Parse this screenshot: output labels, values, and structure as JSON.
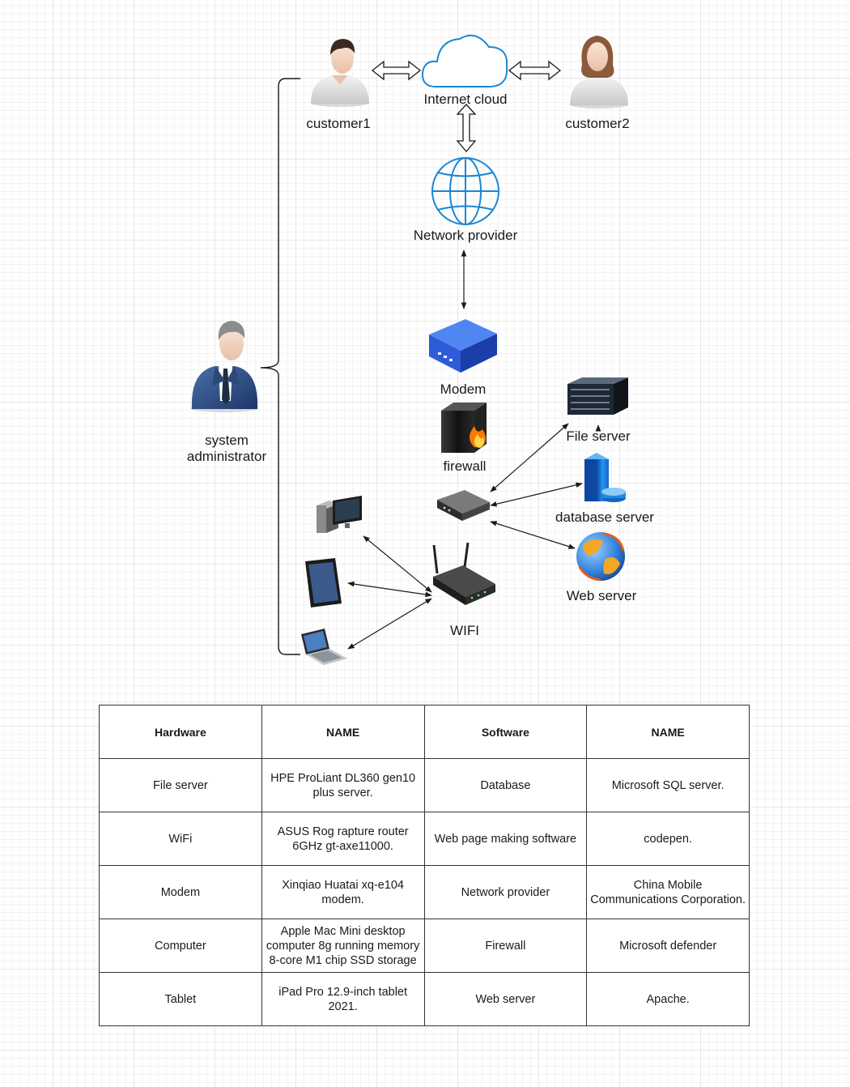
{
  "diagram": {
    "labels": {
      "customer1": "customer1",
      "customer2": "customer2",
      "internet_cloud": "Internet cloud",
      "network_provider": "Network provider",
      "modem": "Modem",
      "firewall": "firewall",
      "file_server": "File server",
      "database_server": "database server",
      "web_server": "Web server",
      "wifi": "WIFI",
      "system_administrator": "system administrator"
    }
  },
  "table": {
    "headers": [
      "Hardware",
      "NAME",
      "Software",
      "NAME"
    ],
    "rows": [
      [
        "File server",
        "HPE ProLiant DL360 gen10 plus server.",
        "Database",
        "Microsoft SQL server."
      ],
      [
        "WiFi",
        "ASUS Rog rapture router 6GHz gt-axe11000.",
        "Web page making software",
        "codepen."
      ],
      [
        "Modem",
        "Xinqiao Huatai xq-e104 modem.",
        "Network provider",
        "China Mobile Communications Corporation."
      ],
      [
        "Computer",
        "Apple Mac Mini desktop computer 8g running memory 8-core M1 chip SSD storage",
        "Firewall",
        "Microsoft defender"
      ],
      [
        "Tablet",
        "iPad Pro 12.9-inch tablet 2021.",
        "Web server",
        "Apache."
      ]
    ]
  },
  "colors": {
    "icon_blue": "#1a86d6",
    "modem_blue": "#2e5bd8",
    "line": "#1a1a1a",
    "table_border": "#333333"
  }
}
